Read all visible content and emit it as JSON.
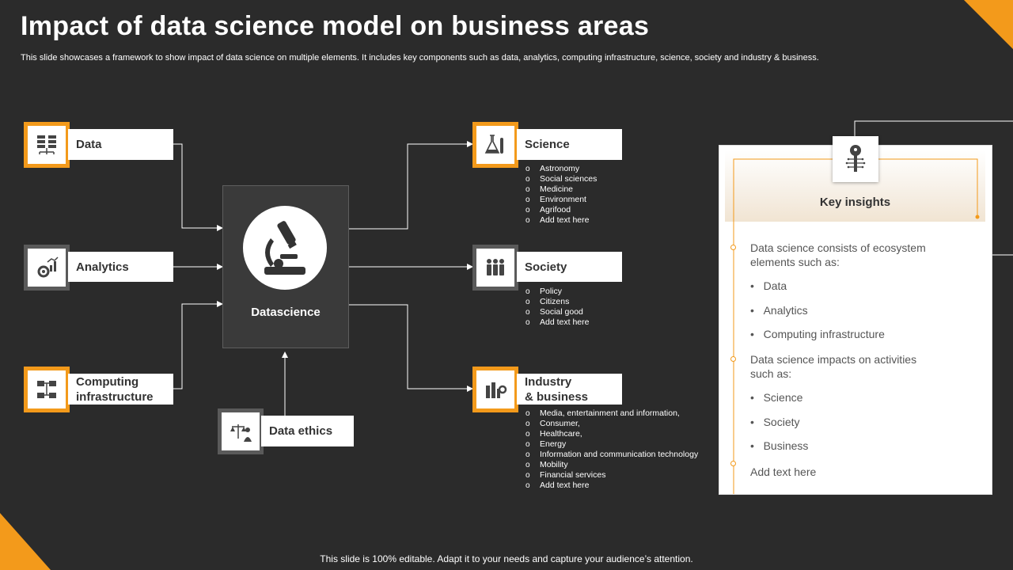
{
  "title": "Impact of data science model on business areas",
  "subtitle": "This slide showcases a framework to show impact of data science on multiple elements. It includes key components such as data, analytics, computing infrastructure, science, society and industry & business.",
  "footer": "This slide is 100% editable. Adapt it to your needs and capture your audience’s attention.",
  "colors": {
    "accent": "#f39a1b",
    "background": "#2b2b2b",
    "box_gray": "#5a5a5a"
  },
  "inputs": [
    {
      "label": "Data",
      "icon": "server-network-icon"
    },
    {
      "label": "Analytics",
      "icon": "gear-chart-icon"
    },
    {
      "label": "Computing infrastructure",
      "icon": "network-nodes-icon"
    }
  ],
  "ethics": {
    "label": "Data ethics",
    "icon": "scales-person-icon"
  },
  "center": {
    "label": "Datascience",
    "icon": "microscope-icon"
  },
  "outputs": [
    {
      "label": "Science",
      "icon": "flask-icon",
      "items": [
        "Astronomy",
        "Social sciences",
        "Medicine",
        "Environment",
        "Agrifood",
        "Add text here"
      ]
    },
    {
      "label": "Society",
      "icon": "people-group-icon",
      "items": [
        "Policy",
        "Citizens",
        "Social good",
        "Add text here"
      ]
    },
    {
      "label": "Industry\n& business",
      "icon": "factory-gear-icon",
      "items": [
        "Media, entertainment and information,",
        "Consumer,",
        "Healthcare,",
        "Energy",
        "Information and communication technology",
        "Mobility",
        "Financial services",
        "Add text here"
      ]
    }
  ],
  "insights": {
    "title": "Key insights",
    "icon": "key-circuit-icon",
    "para1": "Data science consists of ecosystem elements such as:",
    "bullets1": [
      "Data",
      "Analytics",
      "Computing infrastructure"
    ],
    "para2": "Data science impacts on activities such as:",
    "bullets2": [
      "Science",
      "Society",
      "Business"
    ],
    "closing": "Add text here"
  }
}
